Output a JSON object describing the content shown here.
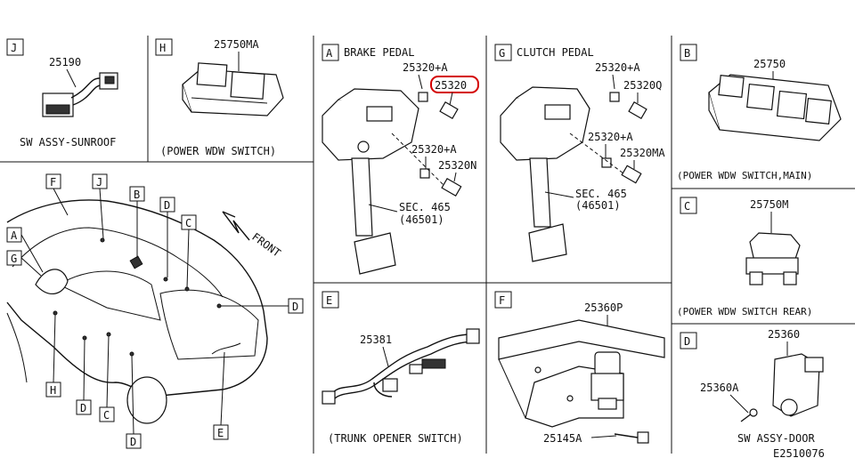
{
  "diagram_code": "E2510076",
  "panels": {
    "J": {
      "letter": "J",
      "part_no": "25190",
      "caption": "SW ASSY-SUNROOF"
    },
    "H": {
      "letter": "H",
      "part_no": "25750MA",
      "caption": "(POWER WDW SWITCH)"
    },
    "A": {
      "letter": "A",
      "title": "BRAKE PEDAL",
      "part_a": "25320+A",
      "part_highlight": "25320",
      "part_b": "25320+A",
      "part_c": "25320N",
      "sec_ref": "SEC. 465",
      "sec_ref2": "(46501)"
    },
    "G": {
      "letter": "G",
      "title": "CLUTCH PEDAL",
      "part_a": "25320+A",
      "part_b": "25320Q",
      "part_c": "25320+A",
      "part_d": "25320MA",
      "sec_ref": "SEC. 465",
      "sec_ref2": "(46501)"
    },
    "B": {
      "letter": "B",
      "part_no": "25750",
      "caption": "(POWER WDW SWITCH,MAIN)"
    },
    "C": {
      "letter": "C",
      "part_no": "25750M",
      "caption": "(POWER WDW SWITCH REAR)"
    },
    "E": {
      "letter": "E",
      "part_no": "25381",
      "caption": "(TRUNK OPENER SWITCH)"
    },
    "F": {
      "letter": "F",
      "part_a": "25360P",
      "part_b": "25145A"
    },
    "D": {
      "letter": "D",
      "part_a": "25360",
      "part_b": "25360A",
      "caption": "SW ASSY-DOOR"
    }
  },
  "overview": {
    "front_label": "FRONT",
    "callouts": [
      "F",
      "J",
      "B",
      "D",
      "C",
      "A",
      "G",
      "D",
      "H",
      "D",
      "C",
      "D",
      "E"
    ]
  },
  "highlight_color": "#d40000"
}
